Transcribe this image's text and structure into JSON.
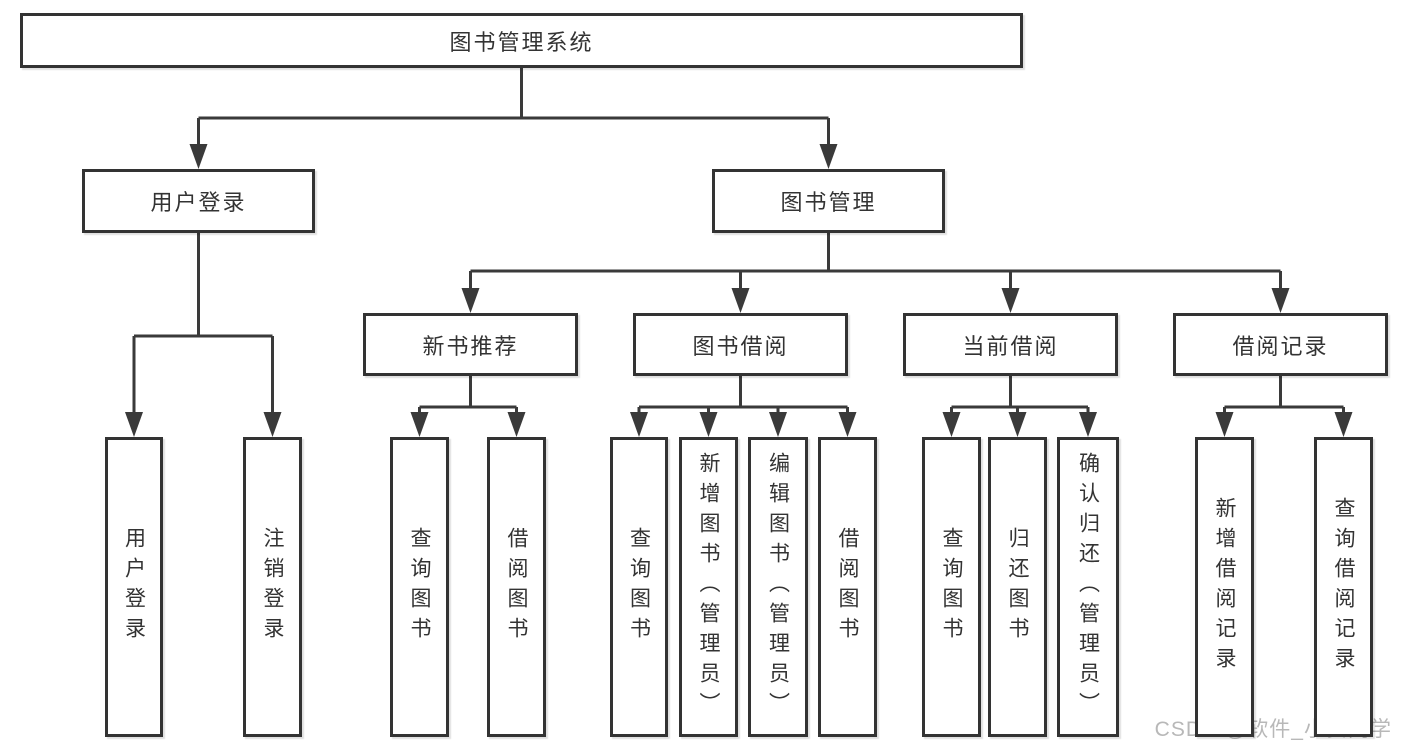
{
  "colors": {
    "line": "#3a3a3a",
    "box_border": "#333333",
    "box_fill": "#ffffff",
    "text": "#333333",
    "watermark": "#b8b8b8",
    "background": "#ffffff"
  },
  "watermark": {
    "text": "CSDN @软件_小贺同学"
  },
  "diagram": {
    "type": "tree",
    "nodes": [
      {
        "id": "root",
        "label": "图书管理系统",
        "parent": null
      },
      {
        "id": "user-login",
        "label": "用户登录",
        "parent": "root"
      },
      {
        "id": "book-mgmt",
        "label": "图书管理",
        "parent": "root"
      },
      {
        "id": "new-book-rec",
        "label": "新书推荐",
        "parent": "book-mgmt"
      },
      {
        "id": "book-borrow",
        "label": "图书借阅",
        "parent": "book-mgmt"
      },
      {
        "id": "current-borrow",
        "label": "当前借阅",
        "parent": "book-mgmt"
      },
      {
        "id": "borrow-records",
        "label": "借阅记录",
        "parent": "book-mgmt"
      },
      {
        "id": "leaf-user-login",
        "label": "用户登录",
        "parent": "user-login",
        "vertical": true
      },
      {
        "id": "leaf-logout",
        "label": "注销登录",
        "parent": "user-login",
        "vertical": true
      },
      {
        "id": "leaf-rec-query",
        "label": "查询图书",
        "parent": "new-book-rec",
        "vertical": true
      },
      {
        "id": "leaf-rec-borrow",
        "label": "借阅图书",
        "parent": "new-book-rec",
        "vertical": true
      },
      {
        "id": "leaf-bb-query",
        "label": "查询图书",
        "parent": "book-borrow",
        "vertical": true
      },
      {
        "id": "leaf-bb-add",
        "label": "新增图书（管理员）",
        "parent": "book-borrow",
        "vertical": true
      },
      {
        "id": "leaf-bb-edit",
        "label": "编辑图书（管理员）",
        "parent": "book-borrow",
        "vertical": true
      },
      {
        "id": "leaf-bb-borrow",
        "label": "借阅图书",
        "parent": "book-borrow",
        "vertical": true
      },
      {
        "id": "leaf-cb-query",
        "label": "查询图书",
        "parent": "current-borrow",
        "vertical": true
      },
      {
        "id": "leaf-cb-return",
        "label": "归还图书",
        "parent": "current-borrow",
        "vertical": true
      },
      {
        "id": "leaf-cb-confirm",
        "label": "确认归还（管理员）",
        "parent": "current-borrow",
        "vertical": true
      },
      {
        "id": "leaf-br-add",
        "label": "新增借阅记录",
        "parent": "borrow-records",
        "vertical": true
      },
      {
        "id": "leaf-br-query",
        "label": "查询借阅记录",
        "parent": "borrow-records",
        "vertical": true
      }
    ]
  }
}
